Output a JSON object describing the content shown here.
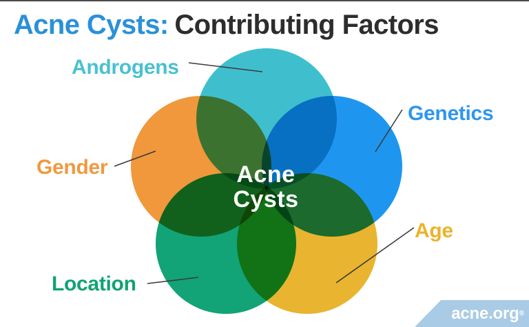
{
  "title": {
    "highlight": "Acne Cysts:",
    "rest": "Contributing Factors",
    "highlight_color": "#2b90d9",
    "rest_color": "#2d2d2d"
  },
  "center": {
    "line1": "Acne",
    "line2": "Cysts",
    "text_color": "#ffffff"
  },
  "factors": [
    {
      "id": "androgens",
      "label": "Androgens",
      "circle_color": "#3fbfce",
      "label_color": "#49c1cf"
    },
    {
      "id": "genetics",
      "label": "Genetics",
      "circle_color": "#1e96f0",
      "label_color": "#2d96f0"
    },
    {
      "id": "age",
      "label": "Age",
      "circle_color": "#e9b42f",
      "label_color": "#ecb32a"
    },
    {
      "id": "location",
      "label": "Location",
      "circle_color": "#12a377",
      "label_color": "#10a274"
    },
    {
      "id": "gender",
      "label": "Gender",
      "circle_color": "#f0983b",
      "label_color": "#f0993f"
    }
  ],
  "branding": {
    "logo_text": "acne.org",
    "reg_mark": "®",
    "banner_color": "#a9cbe6",
    "logo_text_color": "#ffffff"
  },
  "leader_line_color": "#3b3b3b"
}
